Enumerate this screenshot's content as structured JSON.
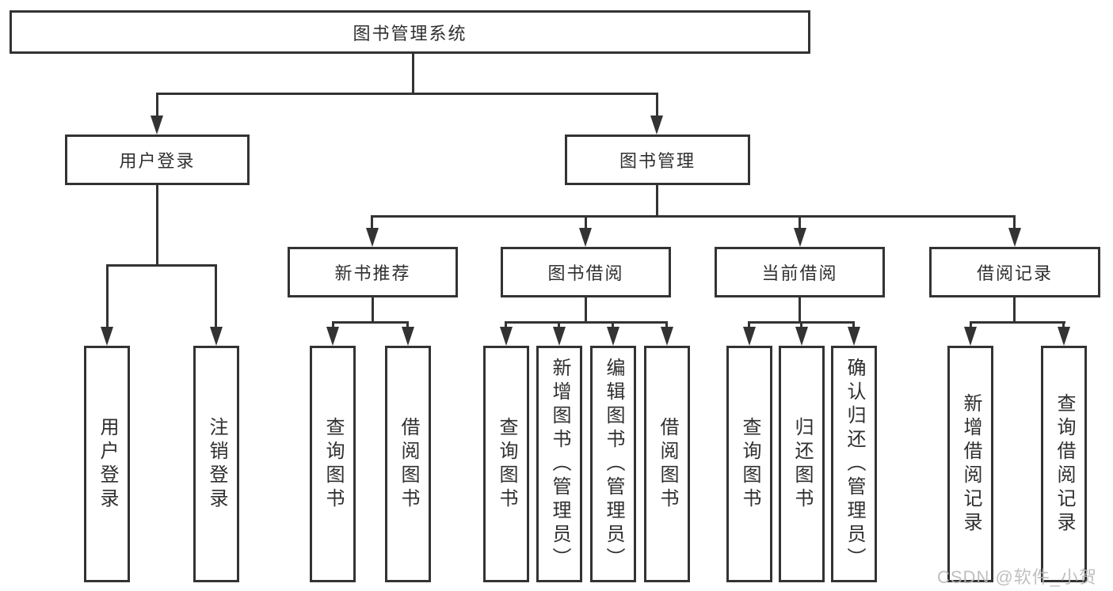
{
  "root": {
    "label": "图书管理系统"
  },
  "branches": {
    "user_login": {
      "label": "用户登录",
      "children": [
        "用户登录",
        "注销登录"
      ]
    },
    "book_mgmt": {
      "label": "图书管理"
    }
  },
  "sections": [
    {
      "label": "新书推荐",
      "children": [
        "查询图书",
        "借阅图书"
      ]
    },
    {
      "label": "图书借阅",
      "children": [
        "查询图书",
        "新增图书（管理员）",
        "编辑图书（管理员）",
        "借阅图书"
      ]
    },
    {
      "label": "当前借阅",
      "children": [
        "查询图书",
        "归还图书",
        "确认归还（管理员）"
      ]
    },
    {
      "label": "借阅记录",
      "children": [
        "新增借阅记录",
        "查询借阅记录"
      ]
    }
  ],
  "watermark": {
    "text": "CSDN @软件_小贺同学"
  },
  "colors": {
    "line": "#333333",
    "background": "#ffffff",
    "watermark": "#b9b9b9"
  }
}
